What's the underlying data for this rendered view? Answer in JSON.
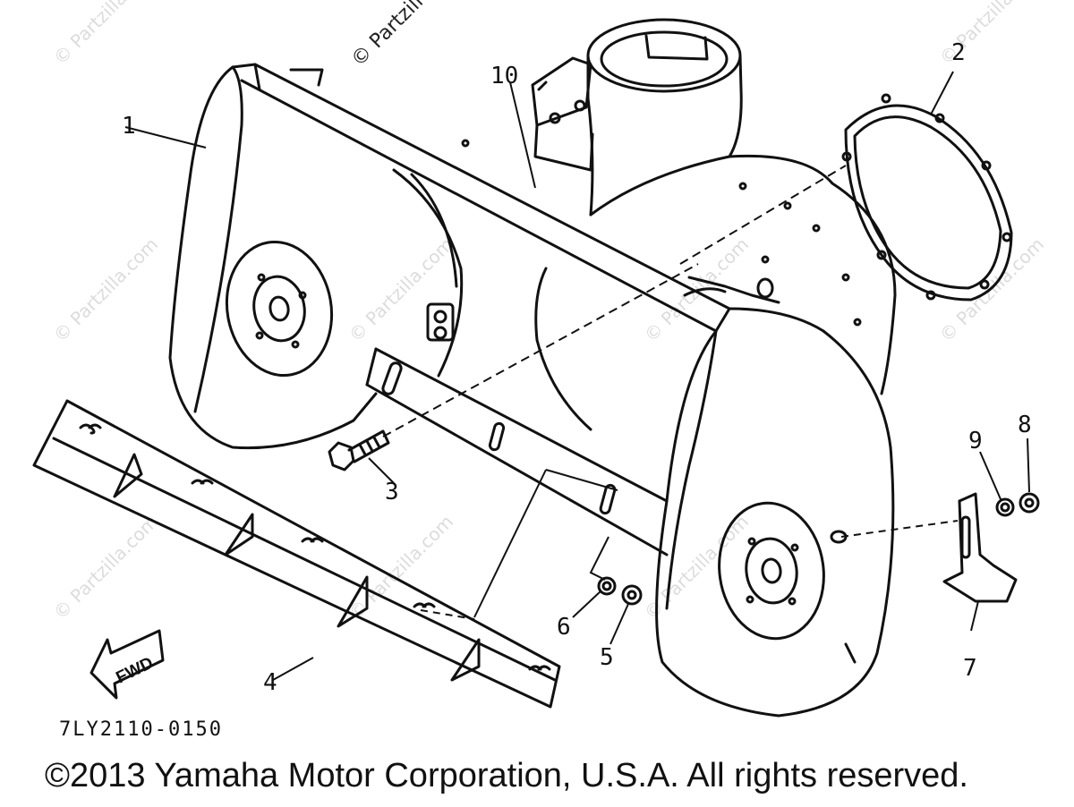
{
  "callouts": {
    "c1": "1",
    "c2": "2",
    "c3": "3",
    "c4": "4",
    "c5": "5",
    "c6": "6",
    "c7": "7",
    "c8": "8",
    "c9": "9",
    "c10": "10"
  },
  "fwd_label": "FWD",
  "part_code": "7LY2110-0150",
  "copyright": "©2013 Yamaha Motor Corporation, U.S.A. All rights reserved.",
  "watermark": "© Partzilla.com",
  "watermark_top": "© Partzill"
}
